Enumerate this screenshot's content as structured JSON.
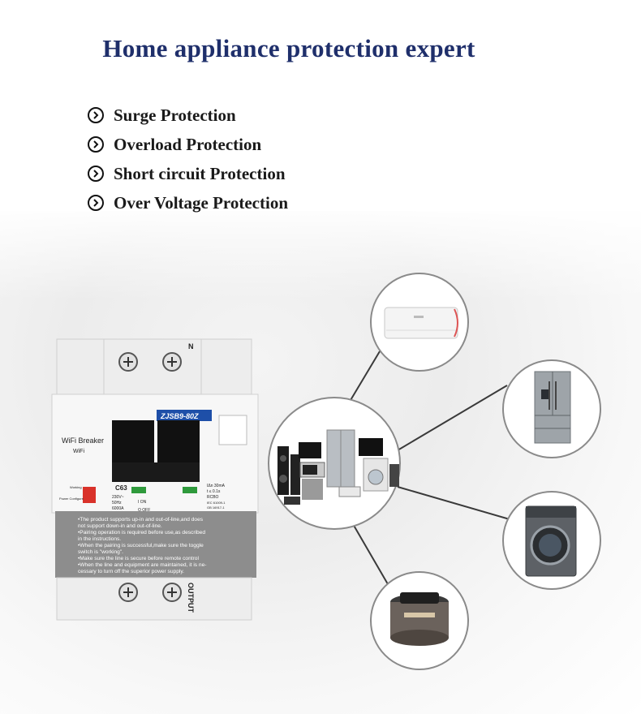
{
  "title": "Home appliance protection expert",
  "features": [
    {
      "label": "Surge Protection",
      "icon": "chevron-right-circle-icon"
    },
    {
      "label": "Overload Protection",
      "icon": "chevron-right-circle-icon"
    },
    {
      "label": "Short circuit Protection",
      "icon": "chevron-right-circle-icon"
    },
    {
      "label": "Over Voltage Protection",
      "icon": "chevron-right-circle-icon"
    }
  ],
  "breaker": {
    "terminal": "N",
    "model": "ZJSB9-80Z",
    "brand": "WiFi Breaker",
    "wifi": "WiFi",
    "status_label": "Working",
    "config_label": "Power Configure",
    "rating": "C63",
    "specs": [
      "230V~",
      "50Hz",
      "6000A"
    ],
    "on": "I ON",
    "off": "O OFF",
    "rcbo": [
      "IΔn 30mA",
      "t ≤ 0.1s",
      "RCBO",
      "IEC 61009-1",
      "GB 16917-1"
    ],
    "output": "OUTPUT",
    "instructions": [
      "•The product supports up-in and out-of-line,and does",
      "not support down-in and out-of-line.",
      "•Pairing operation is required before use,as described",
      "in the instructions.",
      "•When the pairing is successful,make sure the toggle",
      "switch is \"working\".",
      "•Make sure the line is secure before remote control",
      "•When the line and equipment are maintained, it is ne-",
      "cessary to turn off the superior power supply."
    ]
  },
  "appliances": [
    "air-conditioner",
    "refrigerator",
    "washing-machine",
    "rice-cooker",
    "appliance-group"
  ],
  "colors": {
    "title": "#1f2f6b",
    "model_bar": "#1e4fa8",
    "status_red": "#d9322a",
    "status_green": "#2f9a3c"
  }
}
